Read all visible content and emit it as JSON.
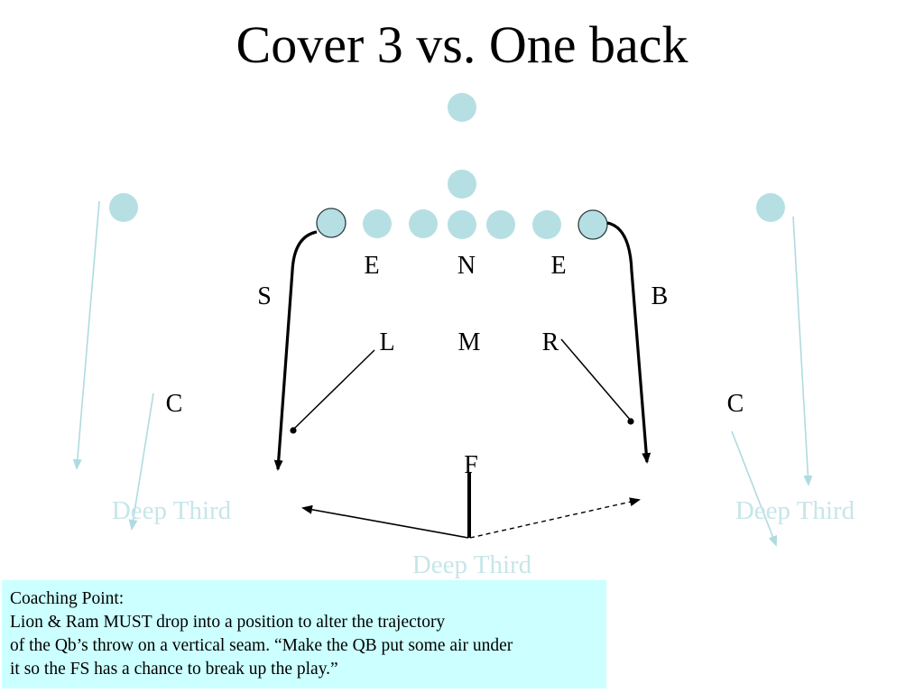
{
  "slide": {
    "title": "Cover 3 vs. One back",
    "colors": {
      "offense_fill": "#b6dfe3",
      "offense_stroke": "#2e3e42",
      "faded_route": "#aedbe0",
      "faded_text": "#c6e6e9",
      "route": "#000000",
      "note_bg": "#ccffff"
    },
    "defense_labels": {
      "end_left": "E",
      "nose": "N",
      "end_right": "E",
      "sam": "S",
      "bandit": "B",
      "lion": "L",
      "mike": "M",
      "ram": "R",
      "corner_left": "C",
      "corner_right": "C",
      "free_safety": "F"
    },
    "zones": {
      "left": "Deep Third",
      "middle": "Deep Third",
      "right": "Deep Third"
    },
    "coaching_point": {
      "heading": "Coaching Point:",
      "lines": [
        "Lion & Ram MUST drop into a position to alter the trajectory",
        "of the Qb’s throw on a vertical seam. “Make the QB put some air under",
        "it so the FS has a chance to break up the play.”"
      ]
    }
  }
}
